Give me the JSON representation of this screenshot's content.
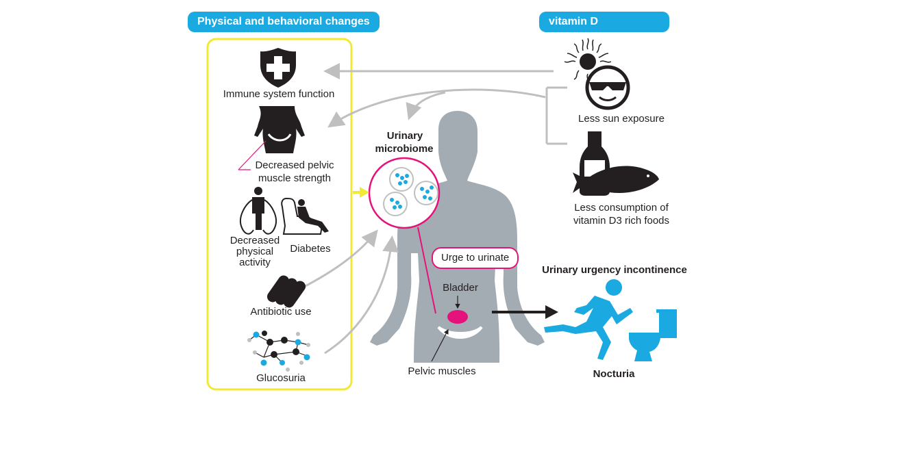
{
  "headers": {
    "physical": "Physical and behavioral changes",
    "vitamin_d": "vitamin D"
  },
  "labels": {
    "immune": "Immune system function",
    "pelvic_strength_line1": "Decreased pelvic",
    "pelvic_strength_line2": "muscle strength",
    "activity_line1": "Decreased",
    "activity_line2": "physical",
    "activity_line3": "activity",
    "diabetes": "Diabetes",
    "antibiotic": "Antibiotic use",
    "glucosuria": "Glucosuria",
    "microbiome_line1": "Urinary",
    "microbiome_line2": "microbiome",
    "urge": "Urge to urinate",
    "bladder": "Bladder",
    "pelvic_muscles": "Pelvic muscles",
    "sun": "Less sun exposure",
    "foods_line1": "Less consumption of",
    "foods_line2": "vitamin D3 rich foods",
    "incontinence": "Urinary urgency incontinence",
    "nocturia": "Nocturia"
  },
  "colors": {
    "blue": "#1aa9e1",
    "yellow": "#f2e934",
    "magenta": "#e6127b",
    "gray_body": "#a3acb3",
    "gray_arrow": "#bfbfbf",
    "dark": "#231f20"
  },
  "icons": [
    "shield-cross-icon",
    "torso-icon",
    "jump-rope-icon",
    "armchair-person-icon",
    "pills-icon",
    "molecule-icon",
    "sun-icon",
    "sunglasses-face-icon",
    "milk-bottle-icon",
    "fish-icon",
    "runner-icon",
    "toilet-icon",
    "bacteria-icon"
  ]
}
